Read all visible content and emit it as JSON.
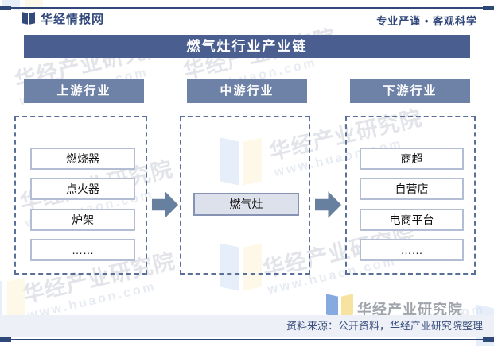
{
  "header": {
    "brand": "华经情报网",
    "slogan": "专业严谨 • 客观科学"
  },
  "title": "燃气灶行业产业链",
  "columns": [
    {
      "header": "上游行业",
      "items": [
        "燃烧器",
        "点火器",
        "炉架",
        "……"
      ]
    },
    {
      "header": "中游行业",
      "items": [
        "燃气灶"
      ]
    },
    {
      "header": "下游行业",
      "items": [
        "商超",
        "自营店",
        "电商平台",
        "……"
      ]
    }
  ],
  "footer": {
    "brand": "华经产业研究院",
    "source": "资料来源：公开资料，华经产业研究院整理"
  },
  "watermark": {
    "text": "华经产业研究院",
    "url": "www.huaon.com"
  },
  "colors": {
    "accent_dark": "#2e4878",
    "title_bar": "#4a5f8f",
    "column_header": "#6e82a8",
    "arrow": "#68809f",
    "midstream_fill": "#dde1ec",
    "dashed_border": "#5b7099"
  }
}
